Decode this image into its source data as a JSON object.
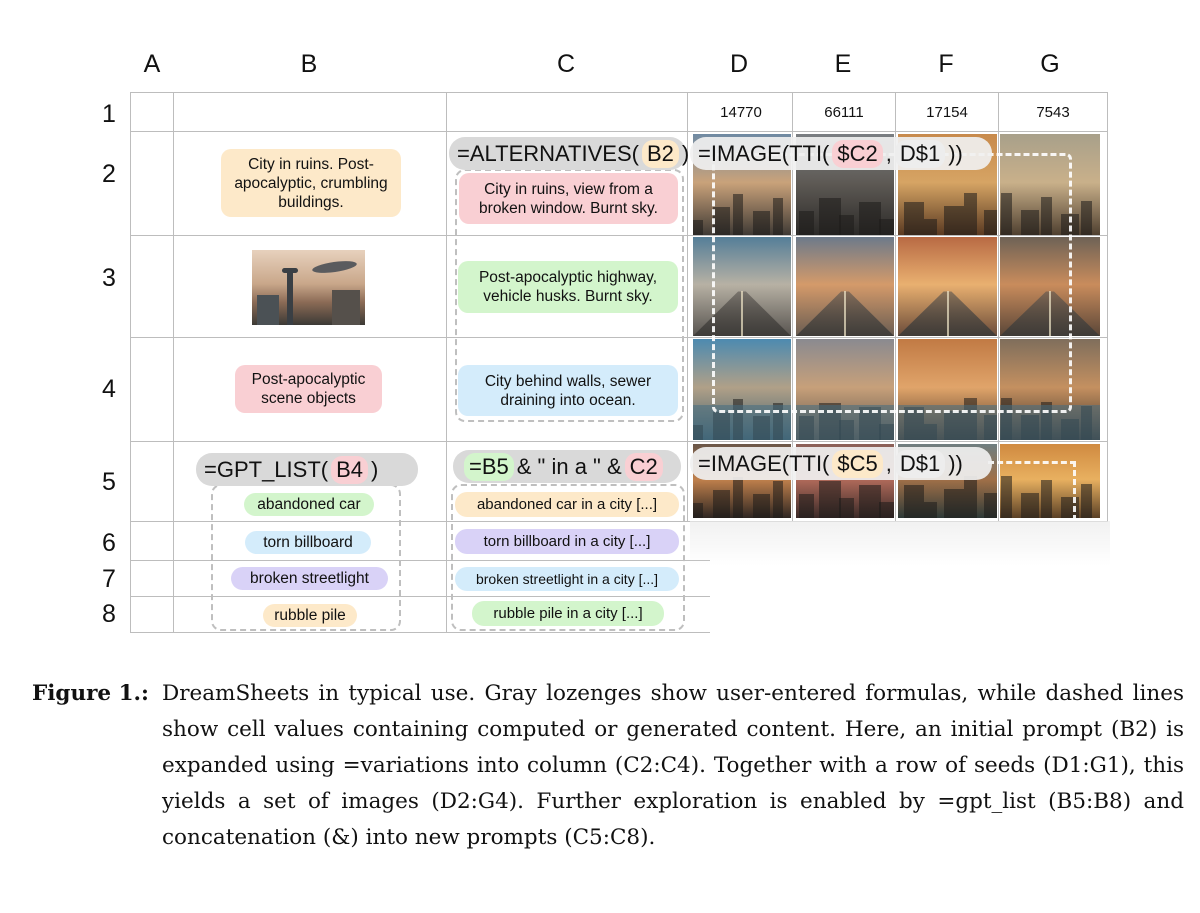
{
  "columns": [
    "A",
    "B",
    "C",
    "D",
    "E",
    "F",
    "G"
  ],
  "rows": [
    "1",
    "2",
    "3",
    "4",
    "5",
    "6",
    "7",
    "8"
  ],
  "seeds": [
    "14770",
    "66111",
    "17154",
    "7543"
  ],
  "cells": {
    "B2": "City in ruins. Post-apocalyptic, crumbling buildings.",
    "B4": "Post-apocalyptic scene objects",
    "C2": "City in ruins, view from a broken window. Burnt sky.",
    "C3": "Post-apocalyptic highway, vehicle husks. Burnt sky.",
    "C4": "City behind walls, sewer draining into ocean.",
    "B5": "abandoned car",
    "B6": "torn billboard",
    "B7": "broken streetlight",
    "B8": "rubble pile",
    "C5": "abandoned car in a city [...]",
    "C6": "torn billboard in a city [...]",
    "C7": "broken streetlight in a city [...]",
    "C8": "rubble pile in a city [...]"
  },
  "formulas": {
    "alternatives": {
      "name": "=ALTERNATIVES(",
      "ref": "B2",
      "close": ")"
    },
    "image_row2": {
      "name": "=IMAGE(TTI(",
      "ref1": "$C2",
      "sep": ",",
      "ref2": "D$1",
      "close": "))"
    },
    "gpt_list": {
      "name": "=GPT_LIST(",
      "ref": "B4",
      "close": ")"
    },
    "concat": {
      "ref1": "=B5",
      "mid": "& \" in a \" &",
      "ref2": "C2"
    },
    "image_row5": {
      "name": "=IMAGE(TTI(",
      "ref1": "$C5",
      "sep": ",",
      "ref2": "D$1",
      "close": "))"
    }
  },
  "colors": {
    "peach": "#fde9c9",
    "pink": "#f9cfd3",
    "green": "#d3f5cc",
    "blue": "#d4ecfb",
    "lavender": "#d9d2f7",
    "formula_gray": "#d9d9d9",
    "grid": "#bdbdbd"
  },
  "caption": {
    "label": "Figure 1.:",
    "text": "DreamSheets in typical use. Gray lozenges show user-entered formulas, while dashed lines show cell values containing computed or generated content. Here, an initial prompt (B2) is expanded using =variations into column (C2:C4). Together with a row of seeds (D1:G1), this yields a set of images (D2:G4). Further exploration is enabled by =gpt_list (B5:B8) and concatenation (&) into new prompts (C5:C8)."
  }
}
